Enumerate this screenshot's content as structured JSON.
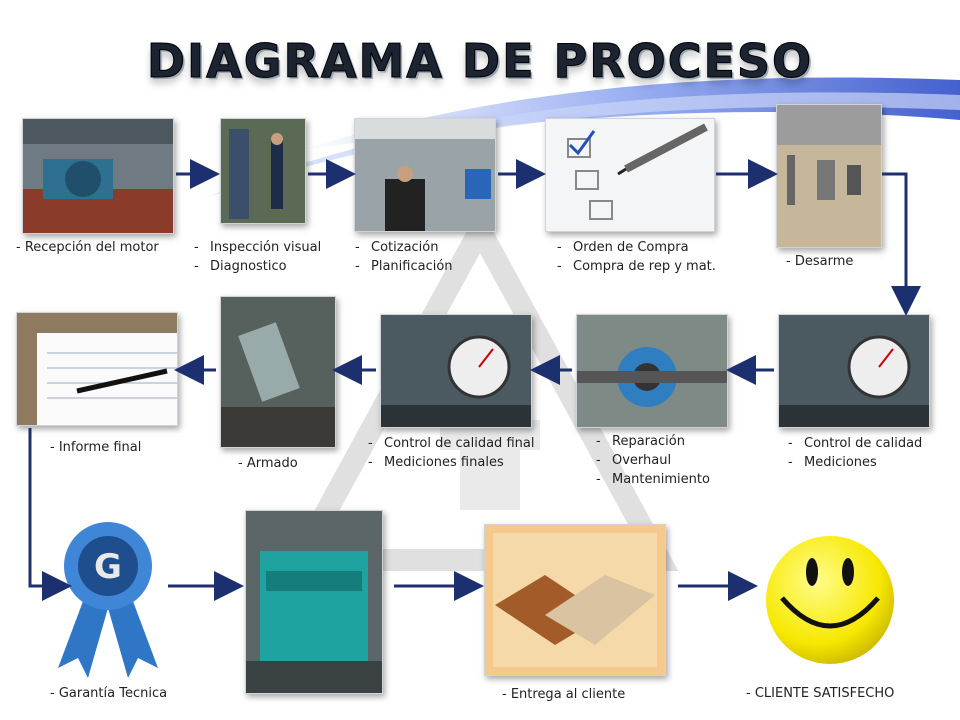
{
  "title": "DIAGRAMA DE PROCESO",
  "colors": {
    "arrow": "#1c2f6e",
    "title": "#1b2430",
    "swoosh": "#3a5bd0"
  },
  "steps": {
    "recepcion": {
      "label": "Recepción del motor"
    },
    "inspeccion": {
      "lines": [
        "Inspección visual",
        "Diagnostico"
      ]
    },
    "cotizacion": {
      "lines": [
        "Cotización",
        "Planificación"
      ]
    },
    "orden": {
      "lines": [
        "Orden de Compra",
        "Compra de rep y mat."
      ]
    },
    "desarme": {
      "label": "Desarme"
    },
    "control": {
      "lines": [
        "Control de calidad",
        "Mediciones"
      ]
    },
    "reparacion": {
      "lines": [
        "Reparación",
        "Overhaul",
        "Mantenimiento"
      ]
    },
    "control_final": {
      "lines": [
        "Control de calidad final",
        "Mediciones finales"
      ]
    },
    "armado": {
      "label": "Armado"
    },
    "informe": {
      "label": "Informe final"
    },
    "garantia": {
      "label": "Garantía Tecnica",
      "badge_letter": "G"
    },
    "entrega": {
      "label": "Entrega al cliente"
    },
    "cliente": {
      "label": "CLIENTE SATISFECHO"
    }
  }
}
